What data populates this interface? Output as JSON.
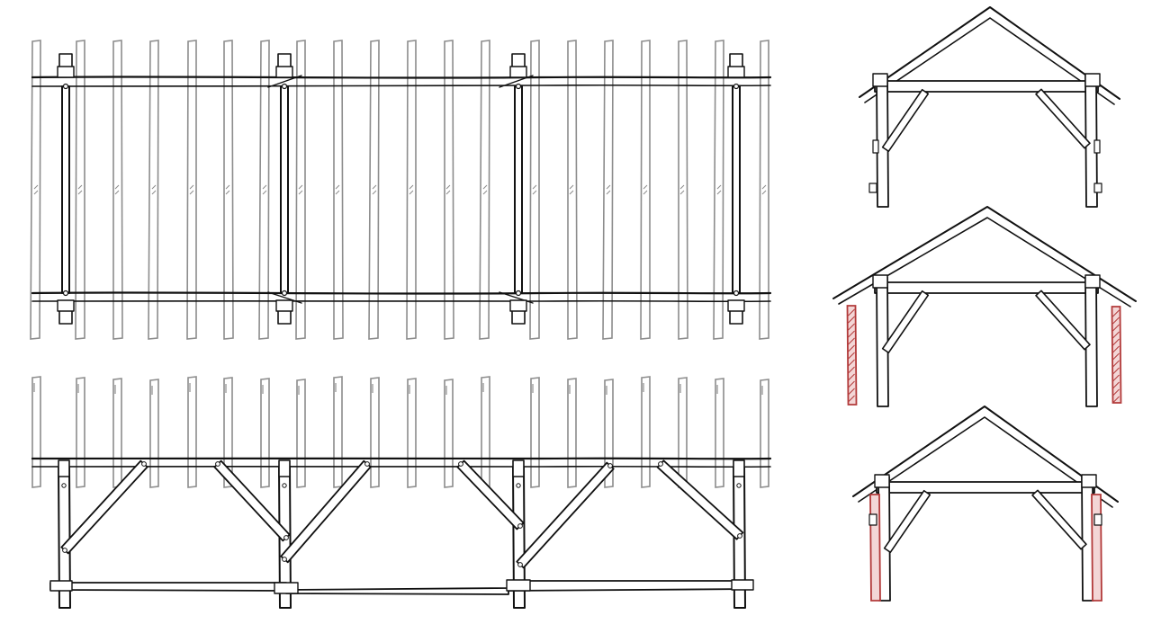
{
  "colors": {
    "ink": "#111111",
    "rafter_grey": "#8c8c8c",
    "highlight_red": "#b23a3a",
    "background": "#ffffff"
  },
  "plan_view": {
    "rafter_count": 20,
    "frame_count": 4
  },
  "elevation_view": {
    "rafter_count": 20,
    "post_count": 4,
    "brace_count": 6
  },
  "cross_sections": [
    {
      "variant": "plain posts"
    },
    {
      "variant": "outer posts highlighted"
    },
    {
      "variant": "doubled posts highlighted"
    }
  ]
}
